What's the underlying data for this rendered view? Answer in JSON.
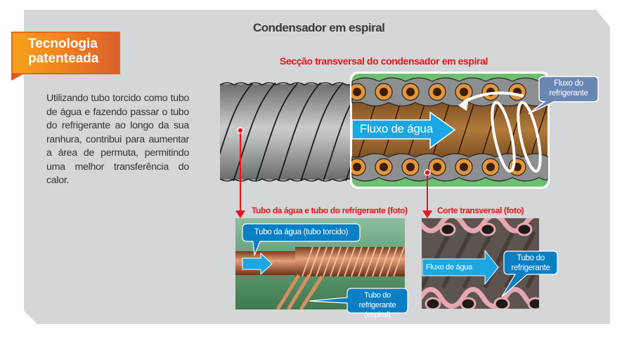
{
  "badge": {
    "line1": "Tecnologia",
    "line2": "patenteada",
    "color_start": "#f6a21a",
    "color_end": "#d9602a"
  },
  "description": "Utilizando tubo torcido como tubo de água e fazendo passar o tubo do refrigerante ao longo da sua ranhura, contribui para aumentar a área de permuta, permitindo uma melhor transfe­rência do calor.",
  "title": "Condensador em espiral",
  "cross_section": {
    "heading": "Secção transversal do condensador em espiral",
    "water_flow_label": "Fluxo de água",
    "refrigerant_flow_label_1": "Fluxo do",
    "refrigerant_flow_label_2": "refrigerante"
  },
  "photo_tubes": {
    "heading": "Tubo da água e tubo do refrigerante (foto)",
    "water_tube_label": "Tubo da água (tubo torcido)",
    "refrigerant_tube_label_1": "Tubo do refrigerante",
    "refrigerant_tube_label_2": "(espiral)"
  },
  "photo_cross": {
    "heading": "Corte transversal (foto)",
    "water_flow_label": "Fluxo de água",
    "refrigerant_tube_label_1": "Tubo do",
    "refrigerant_tube_label_2": "refrigerante"
  },
  "colors": {
    "panel": "#d4d6d7",
    "heading_red": "#e8141b",
    "callout_blue": "#0a7fc4",
    "arrow_blue": "#1aa7e4",
    "green_box": "#6cc070",
    "callout_slate": "#6a86b3"
  }
}
